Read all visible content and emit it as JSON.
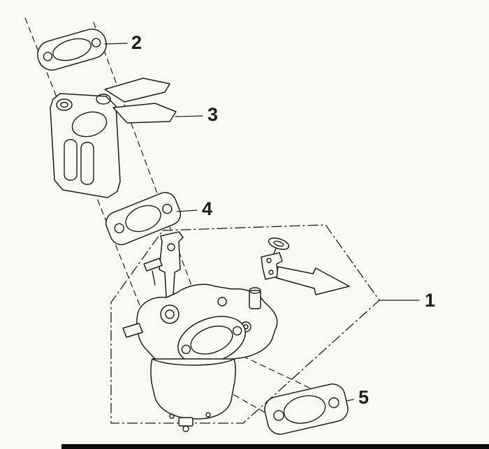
{
  "diagram": {
    "type": "exploded-parts-diagram",
    "colors": {
      "paper": "#f8f8f6",
      "ink": "#1d1d1d",
      "bar": "#0c0c0c"
    },
    "callouts": [
      {
        "label": "1",
        "part": "carburetor-assembly"
      },
      {
        "label": "2",
        "part": "gasket-top"
      },
      {
        "label": "3",
        "part": "insulator-spacer"
      },
      {
        "label": "4",
        "part": "gasket-middle"
      },
      {
        "label": "5",
        "part": "gasket-bottom"
      }
    ]
  }
}
